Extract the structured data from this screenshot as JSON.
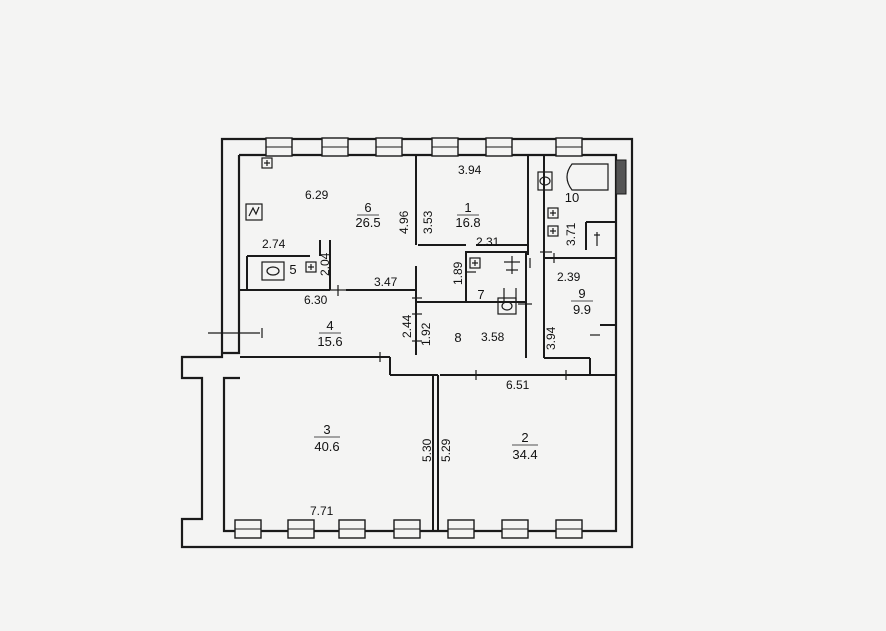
{
  "plan": {
    "rooms": [
      {
        "key": "r1",
        "number": "1",
        "area": "16.8"
      },
      {
        "key": "r2",
        "number": "2",
        "area": "34.4"
      },
      {
        "key": "r3",
        "number": "3",
        "area": "40.6"
      },
      {
        "key": "r4",
        "number": "4",
        "area": "15.6"
      },
      {
        "key": "r5",
        "number": "5",
        "area": ""
      },
      {
        "key": "r6",
        "number": "6",
        "area": "26.5"
      },
      {
        "key": "r7",
        "number": "7",
        "area": ""
      },
      {
        "key": "r8",
        "number": "8",
        "area": ""
      },
      {
        "key": "r9",
        "number": "9",
        "area": "9.9"
      },
      {
        "key": "r10",
        "number": "10",
        "area": ""
      }
    ],
    "dimensions": {
      "d_629": "6.29",
      "d_496": "4.96",
      "d_394_top": "3.94",
      "d_353": "3.53",
      "d_274": "2.74",
      "d_204": "2.04",
      "d_231": "2.31",
      "d_189": "1.89",
      "d_347": "3.47",
      "d_630": "6.30",
      "d_244": "2.44",
      "d_192": "1.92",
      "d_358": "3.58",
      "d_394_side": "3.94",
      "d_371": "3.71",
      "d_239": "2.39",
      "d_651": "6.51",
      "d_530": "5.30",
      "d_529": "5.29",
      "d_771": "7.71"
    },
    "colors": {
      "wall": "#1a1a1a",
      "background": "#f4f4f3"
    }
  }
}
